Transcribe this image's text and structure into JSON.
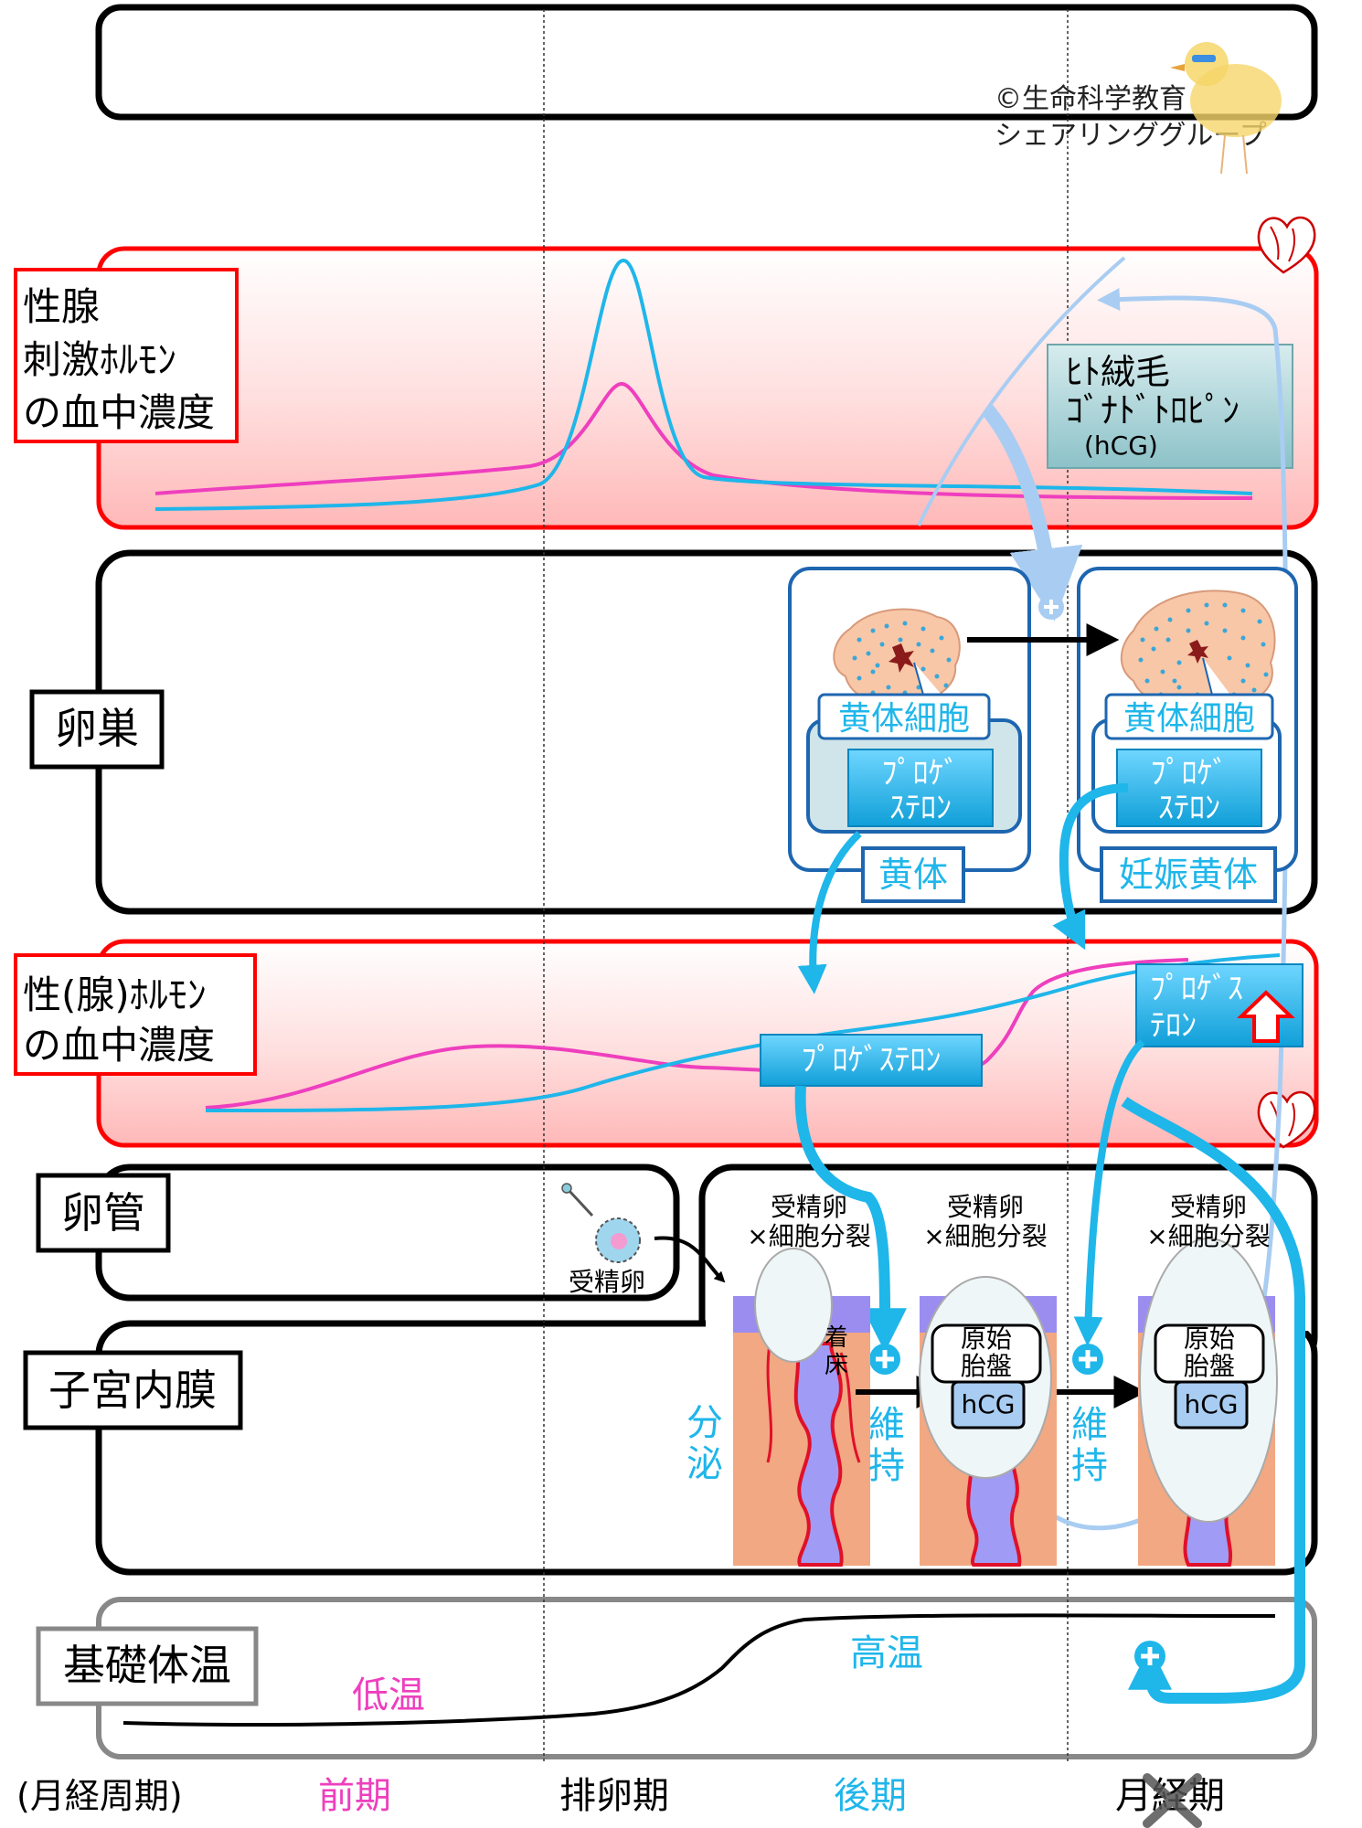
{
  "credit": {
    "line1": "©生命科学教育",
    "line2": "シェアリンググループ"
  },
  "rows": {
    "gonadotropin": {
      "label_lines": [
        "性腺",
        "刺激ﾎﾙﾓﾝ",
        "の血中濃度"
      ],
      "hcg_box": {
        "line1": "ﾋﾄ絨毛",
        "line2": "ｺﾞﾅﾄﾞﾄﾛﾋﾟﾝ",
        "line3": "(hCG)"
      }
    },
    "ovary": {
      "label": "卵巣",
      "luteal_cell": "黄体細胞",
      "progesterone_lines": [
        "ﾌﾟﾛｹﾞ",
        "ｽﾃﾛﾝ"
      ],
      "corpus_luteum": "黄体",
      "pregnancy_corpus_luteum": "妊娠黄体"
    },
    "sex_hormone": {
      "label_lines": [
        "性(腺)ﾎﾙﾓﾝ",
        "の血中濃度"
      ],
      "progesterone_box": "ﾌﾟﾛｹﾞｽﾃﾛﾝ",
      "progesterone_up_lines": [
        "ﾌﾟﾛｹﾞｽ",
        "ﾃﾛﾝ"
      ]
    },
    "oviduct": {
      "label": "卵管",
      "fertilized_egg": "受精卵"
    },
    "endometrium": {
      "label": "子宮内膜",
      "division_lines": [
        "受精卵",
        "×細胞分裂"
      ],
      "implantation_lines": [
        "着",
        "床"
      ],
      "secretion_lines": [
        "分",
        "泌"
      ],
      "maintain_lines": [
        "維",
        "持"
      ],
      "placenta_lines": [
        "原始",
        "胎盤"
      ],
      "hcg": "hCG"
    },
    "temperature": {
      "label": "基礎体温",
      "low": "低温",
      "high": "高温"
    }
  },
  "phases": {
    "cycle_label": "(月経周期)",
    "follicular": "前期",
    "ovulation": "排卵期",
    "luteal": "後期",
    "menstruation": "月経期"
  },
  "colors": {
    "red": "#ff0000",
    "cyan": "#1fb6ea",
    "light_blue": "#a9cdf2",
    "magenta": "#ee3fbe",
    "navy": "#1e66b0",
    "pink_bg": "#ffd7d7"
  }
}
